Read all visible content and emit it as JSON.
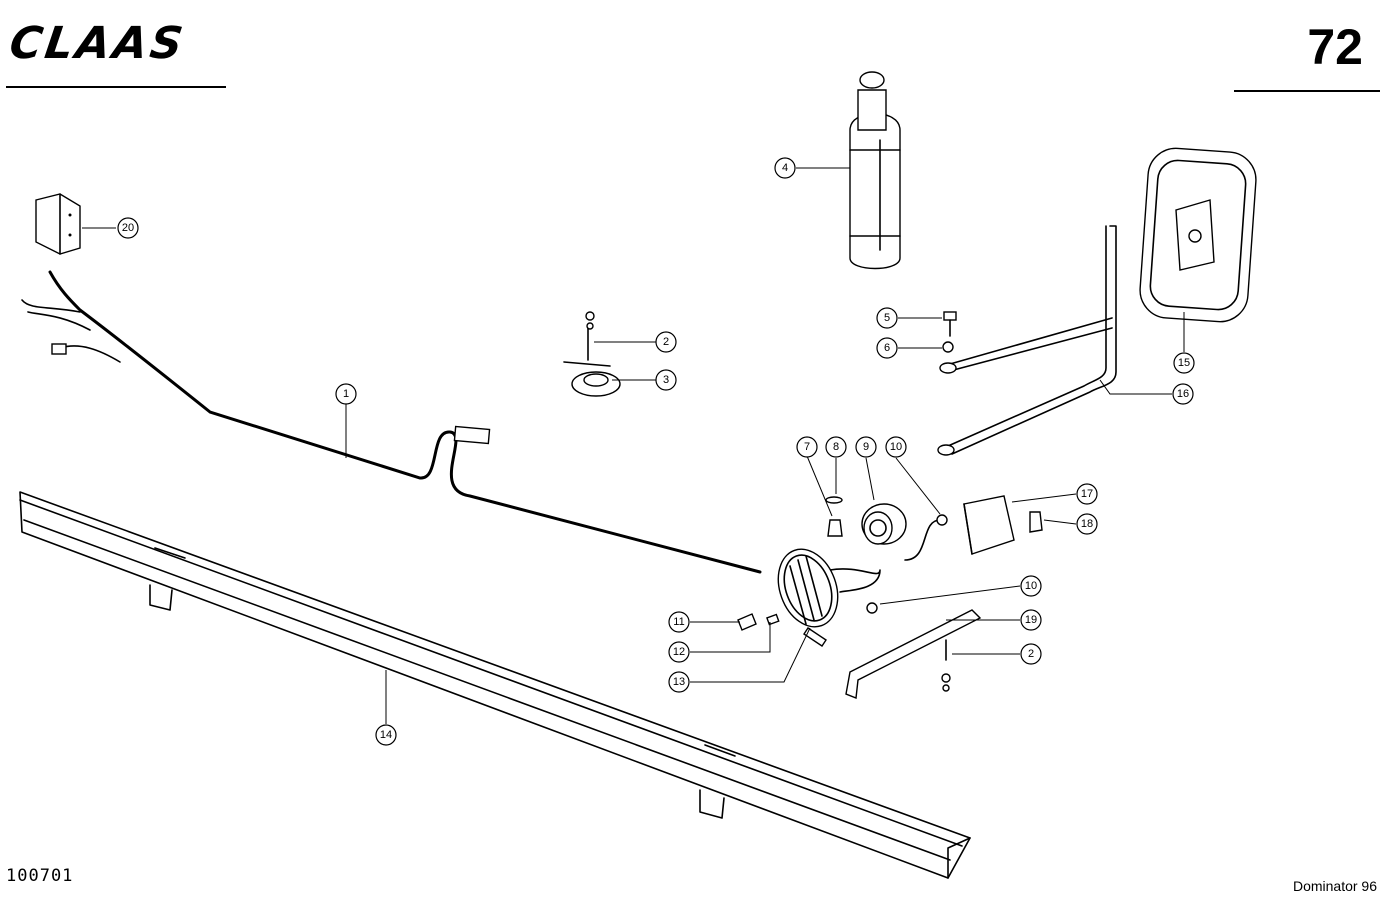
{
  "header": {
    "brand": "CLAAS",
    "page_number": "72"
  },
  "footer": {
    "doc_number": "100701",
    "model": "Dominator 96"
  },
  "callouts": [
    {
      "id": "c1",
      "label": "1"
    },
    {
      "id": "c2a",
      "label": "2"
    },
    {
      "id": "c3",
      "label": "3"
    },
    {
      "id": "c4",
      "label": "4"
    },
    {
      "id": "c5",
      "label": "5"
    },
    {
      "id": "c6",
      "label": "6"
    },
    {
      "id": "c7",
      "label": "7"
    },
    {
      "id": "c8",
      "label": "8"
    },
    {
      "id": "c9",
      "label": "9"
    },
    {
      "id": "c10a",
      "label": "10"
    },
    {
      "id": "c10b",
      "label": "10"
    },
    {
      "id": "c11",
      "label": "11"
    },
    {
      "id": "c12",
      "label": "12"
    },
    {
      "id": "c13",
      "label": "13"
    },
    {
      "id": "c14",
      "label": "14"
    },
    {
      "id": "c15",
      "label": "15"
    },
    {
      "id": "c16",
      "label": "16"
    },
    {
      "id": "c17",
      "label": "17"
    },
    {
      "id": "c18",
      "label": "18"
    },
    {
      "id": "c19",
      "label": "19"
    },
    {
      "id": "c2b",
      "label": "2"
    },
    {
      "id": "c20",
      "label": "20"
    }
  ]
}
